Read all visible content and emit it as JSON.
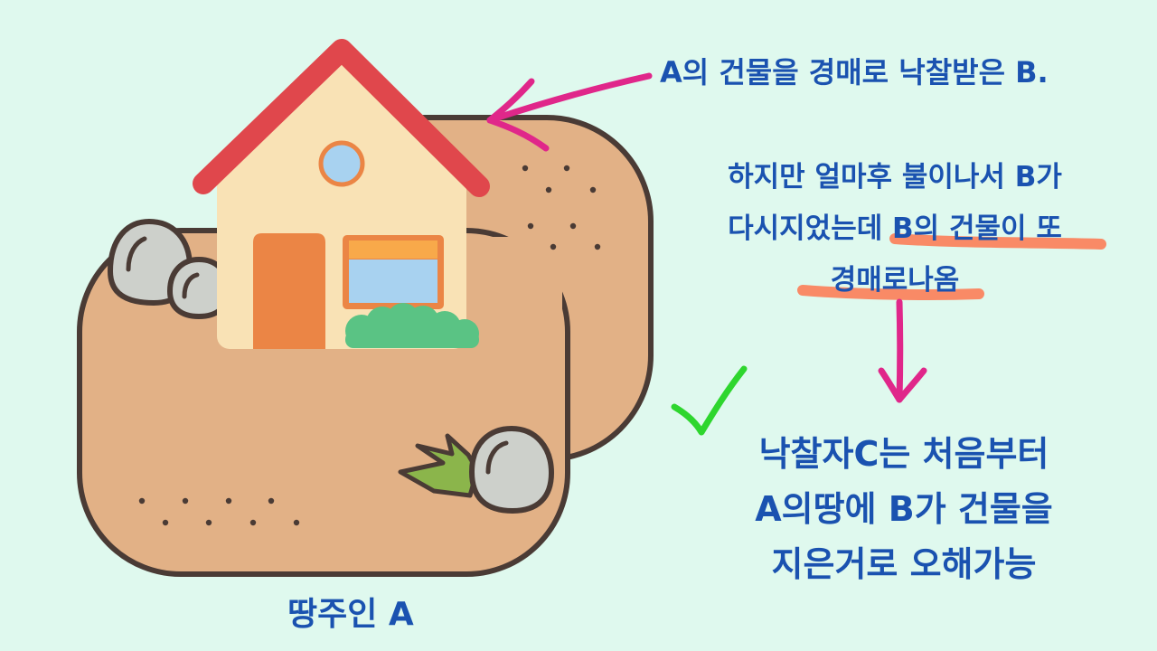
{
  "annotation_top": "A의 건물을 경매로 낙찰받은 B.",
  "annotation_middle": {
    "line1": "하지만 얼마후 불이나서 B가",
    "line2_prefix": "다시지었는데 ",
    "line2_highlight": "B의 건물이 또",
    "line3_highlight": "경매로나옴"
  },
  "conclusion": {
    "line1": "낙찰자C는 처음부터",
    "line2": "A의땅에 B가 건물을",
    "line3": "지은거로 오해가능"
  },
  "land_owner_label": "땅주인 A",
  "colors": {
    "background": "#dff9ee",
    "text": "#1a52b0",
    "arrow": "#e0278a",
    "underline": "#f98a66",
    "check": "#2ed62e",
    "land": "#e2b186",
    "roof": "#e0474c",
    "wall": "#f9e2b5",
    "door": "#eb8545",
    "bush": "#5ac384",
    "rock": "#cdd0cb",
    "grass": "#8bb54b"
  },
  "icons": [
    "house-icon",
    "rock-icon",
    "grass-icon",
    "arrow-icon",
    "checkmark-icon"
  ]
}
